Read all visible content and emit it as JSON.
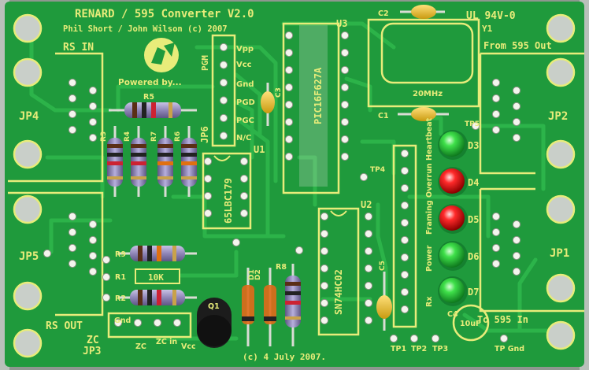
{
  "board": {
    "title": "RENARD / 595 Converter  V2.0",
    "authors": "Phil Short / John Wilson (c) 2007",
    "rating": "UL 94V-0",
    "date": "(c) 4 July 2007.",
    "powered_by": "Powered by...",
    "pcb_color": "#1f9a3c",
    "silk_color": "#e8ec7a"
  },
  "connectors": {
    "rs_in": "RS IN",
    "rs_out": "RS OUT",
    "from_595": "From 595 Out",
    "to_595": "To 595 In",
    "jp1": "JP1",
    "jp2": "JP2",
    "jp3": "JP3",
    "jp4": "JP4",
    "jp5": "JP5",
    "jp6": "JP6",
    "pgm": "PGM",
    "zc": "ZC"
  },
  "pgm_pins": [
    "Vpp",
    "Vcc",
    "Gnd",
    "PGD",
    "PGC",
    "N/C"
  ],
  "zc_pins": [
    "Gnd",
    "ZC",
    "ZC in",
    "Vcc"
  ],
  "chips": {
    "u1": "U1",
    "u1_part": "65LBC179",
    "u2": "U2",
    "u2_part": "SN74HC02",
    "u3": "U3",
    "u3_part": "PIC16F627A"
  },
  "crystal": {
    "ref": "Y1",
    "freq": "20MHz"
  },
  "resistors": [
    "R5",
    "R3",
    "R4",
    "R7",
    "R6",
    "R9",
    "R1",
    "R2",
    "R8"
  ],
  "r1_value": "10K",
  "capacitors": [
    "C1",
    "C2",
    "C3",
    "C4",
    "C5"
  ],
  "c4_value": "10uF",
  "diodes": [
    "D1",
    "D2"
  ],
  "transistor": "Q1",
  "test_points": [
    "TP1",
    "TP2",
    "TP3",
    "TP4",
    "TP5",
    "TP Gnd"
  ],
  "leds": [
    {
      "ref": "D3",
      "label": "Heartbeat",
      "color": "#3fe04a"
    },
    {
      "ref": "D4",
      "label": "Overrun",
      "color": "#ff2a2a"
    },
    {
      "ref": "D5",
      "label": "Framing",
      "color": "#ff2a2a"
    },
    {
      "ref": "D6",
      "label": "Power",
      "color": "#3fe04a"
    },
    {
      "ref": "D7",
      "label": "Rx",
      "color": "#3fe04a"
    }
  ]
}
